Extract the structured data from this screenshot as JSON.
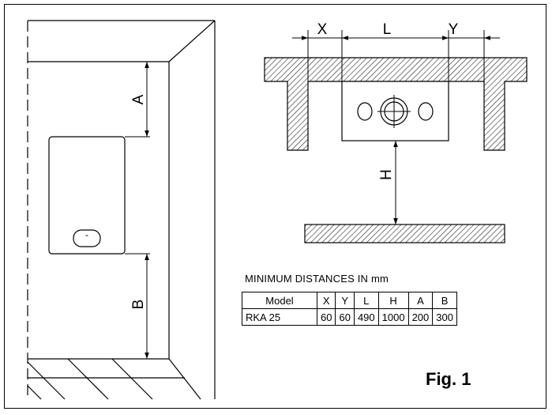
{
  "diagram": {
    "labels": {
      "a": "A",
      "b": "B",
      "x": "X",
      "l": "L",
      "y": "Y",
      "h": "H"
    },
    "boiler_indicator": "-",
    "table_caption": "MINIMUM DISTANCES IN mm",
    "table": {
      "headers": [
        "Model",
        "X",
        "Y",
        "L",
        "H",
        "A",
        "B"
      ],
      "rows": [
        [
          "RKA 25",
          "60",
          "60",
          "490",
          "1000",
          "200",
          "300"
        ]
      ]
    },
    "figure_label": "Fig. 1"
  }
}
